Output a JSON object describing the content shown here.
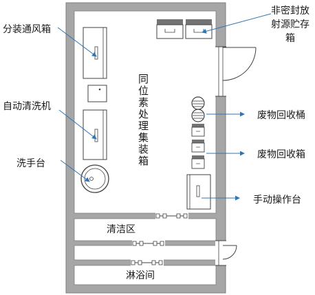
{
  "labels": {
    "ventilation_cabinet": "分装通风箱",
    "auto_washer": "自动清洗机",
    "wash_basin": "洗手台",
    "container_title": "同位素处理集装箱",
    "unsealed_storage_line1": "非密封放",
    "unsealed_storage_line2": "射源贮存",
    "unsealed_storage_line3": "箱",
    "waste_bucket": "废物回收桶",
    "waste_box": "废物回收箱",
    "manual_console": "手动操作台",
    "clean_zone": "清洁区",
    "shower_room": "淋浴间"
  },
  "colors": {
    "wall": "#a6a6a6",
    "wall_edge": "#7f7f7f",
    "line": "#404040",
    "pointer": "#2e75b6",
    "box_fill": "#737373"
  }
}
